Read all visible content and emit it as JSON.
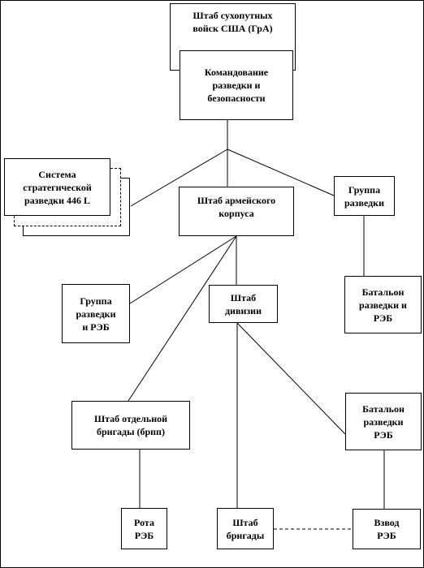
{
  "nodes": {
    "hq_ground_forces": "Штаб сухопутных\nвойск США (ГрА)",
    "intel_security_command": "Командование\nразведки и\nбезопасности",
    "strategic_intel_system": "Система\nстратегической\nразведки 446 L",
    "army_corps_hq": "Штаб армейского\nкорпуса",
    "recon_group_corps": "Группа\nразведки",
    "recon_ew_group": "Группа\nразведки\nи РЭБ",
    "division_hq": "Штаб\nдивизии",
    "recon_ew_battalion_corps": "Батальон\nразведки и\nРЭБ",
    "separate_brigade_hq": "Штаб отдельной\nбригады (брпп)",
    "recon_ew_battalion_div": "Батальон\nразведки\nРЭБ",
    "ew_company": "Рота\nРЭБ",
    "brigade_hq": "Штаб\nбригады",
    "ew_platoon": "Взвод\nРЭБ"
  }
}
